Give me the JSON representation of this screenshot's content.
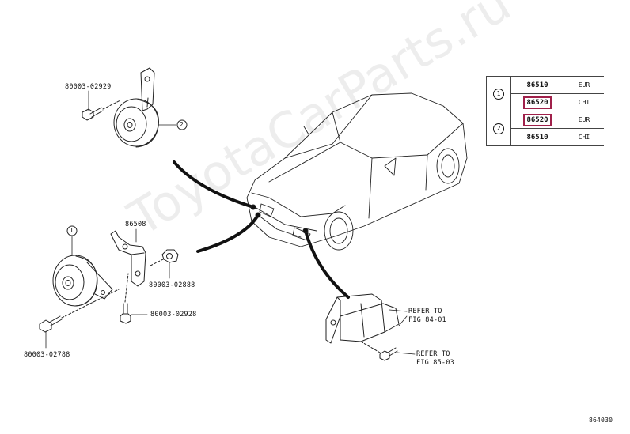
{
  "diagram": {
    "callouts": {
      "bolt_upper": "80003-02929",
      "nut": "80003-02888",
      "bolt_mid": "80003-02928",
      "bolt_lower": "80003-02788",
      "bracket": "86508"
    },
    "circle_upper": "2",
    "circle_lower": "1",
    "refer_1_line1": "REFER TO",
    "refer_1_line2": "FIG 84-01",
    "refer_2_line1": "REFER TO",
    "refer_2_line2": "FIG 85-03",
    "figure_id": "864030",
    "watermark": "ToyotaCarParts.ru"
  },
  "legend": {
    "rows": [
      {
        "circle": "1",
        "part": "86510",
        "region": "EUR",
        "highlight": false
      },
      {
        "circle": "",
        "part": "86520",
        "region": "CHI",
        "highlight": true
      },
      {
        "circle": "2",
        "part": "86520",
        "region": "EUR",
        "highlight": true
      },
      {
        "circle": "",
        "part": "86510",
        "region": "CHI",
        "highlight": false
      }
    ],
    "highlight_color": "#a0204a"
  }
}
